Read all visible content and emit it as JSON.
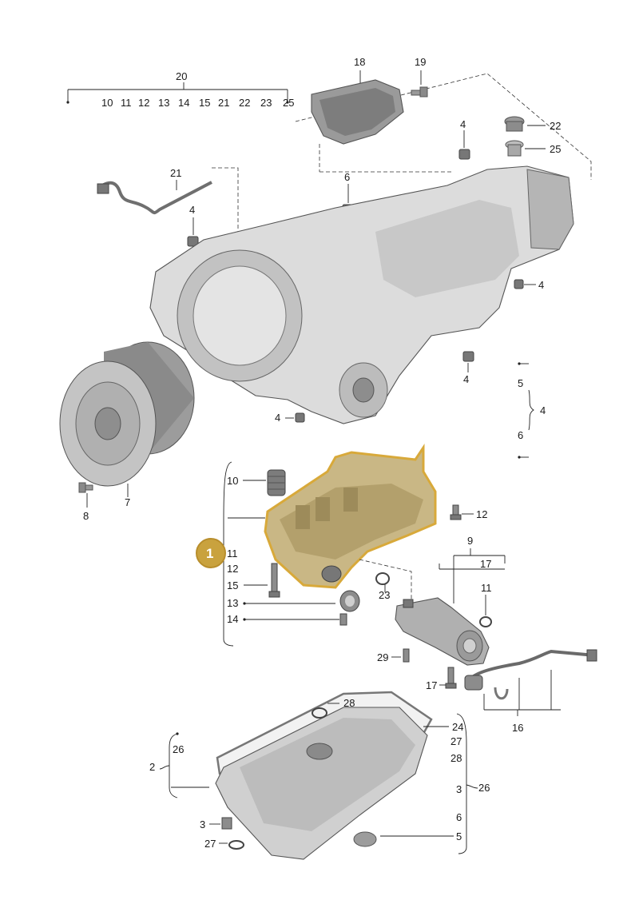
{
  "diagram": {
    "selected_callout": "1",
    "labels": {
      "group20": "20",
      "row20": [
        "10",
        "11",
        "12",
        "13",
        "14",
        "15",
        "21",
        "22",
        "23",
        "25"
      ],
      "p18": "18",
      "p19": "19",
      "p22": "22",
      "p25": "25",
      "p21": "21",
      "p4a": "4",
      "p4b": "4",
      "p6a": "6",
      "p4c": "4",
      "p4d": "4",
      "p4e": "4",
      "p7": "7",
      "p8": "8",
      "g5": "5",
      "g4": "4",
      "g6": "6",
      "v10": "10",
      "v11": "11",
      "v12": "12",
      "v15": "15",
      "v13": "13",
      "v14": "14",
      "v12r": "12",
      "v23": "23",
      "m9": "9",
      "m17": "17",
      "m11": "11",
      "m29": "29",
      "m17b": "17",
      "m16": "16",
      "s28": "28",
      "s24": "24",
      "s27": "27",
      "s28b": "28",
      "s3": "3",
      "s26r": "26",
      "s6": "6",
      "s5": "5",
      "s2": "2",
      "s26l": "26",
      "s3b": "3",
      "s27b": "27"
    }
  }
}
